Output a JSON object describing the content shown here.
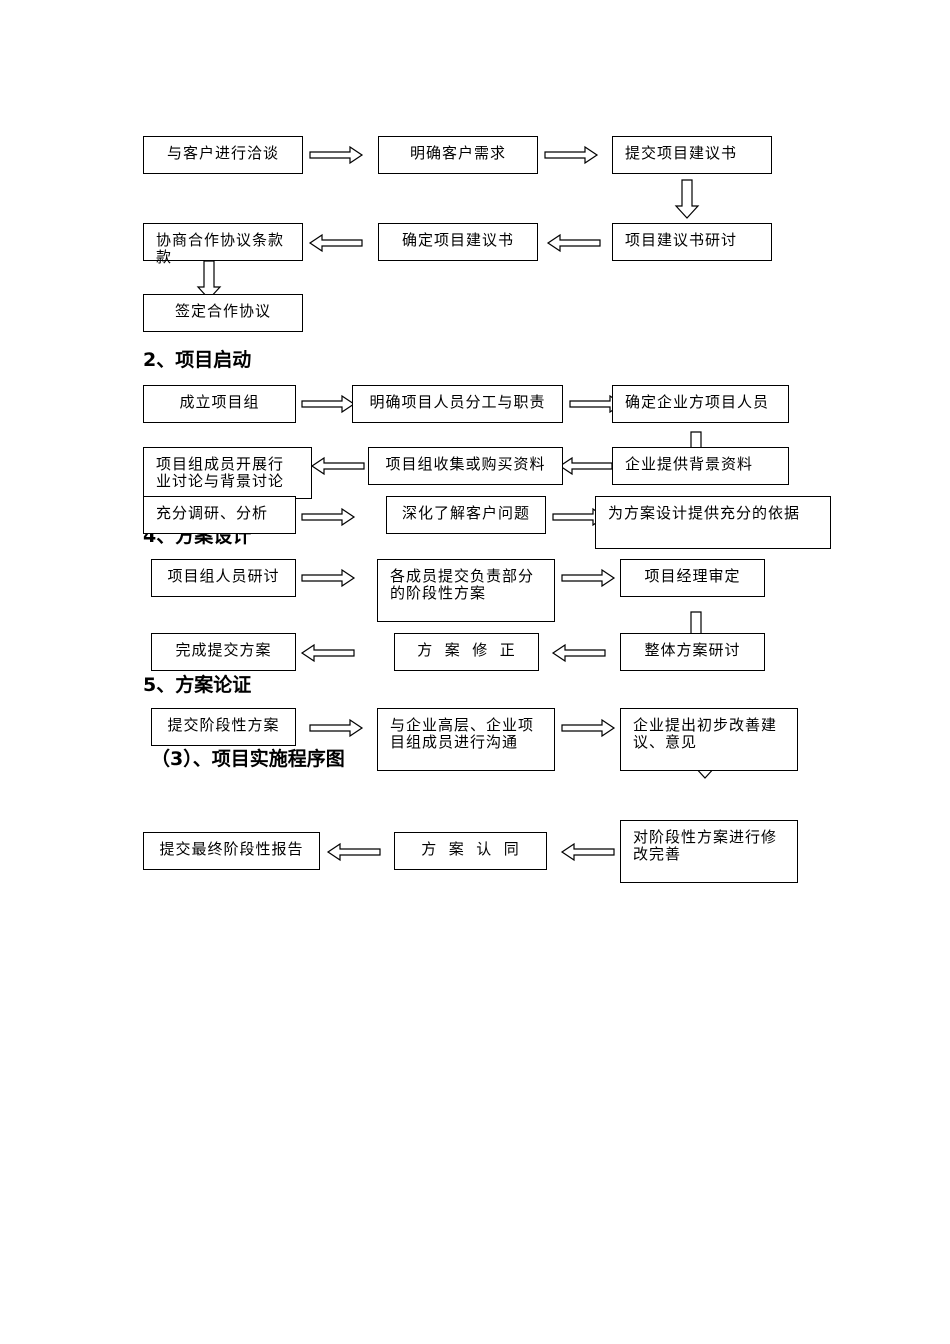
{
  "headings": {
    "h2": "2、项目启动",
    "h4": "4、方案设计",
    "h5": "5、方案论证",
    "h3": "（3）、项目实施程序图"
  },
  "boxes": {
    "negotiate": "与客户进行洽谈",
    "clarify_needs": "明确客户需求",
    "submit_proposal": "提交项目建议书",
    "discuss_proposal": "项目建议书研讨",
    "confirm_proposal": "确定项目建议书",
    "agreement_terms": "协商合作协议条款\n款",
    "sign_agreement": "签定合作协议",
    "form_team": "成立项目组",
    "clarify_roles": "明确项目人员分工与职责",
    "enterprise_staff": "确定企业方项目人员",
    "provide_background": "企业提供背景资料",
    "collect_materials": "项目组收集或购买资料",
    "team_discussion": "项目组成员开展行\n业讨论与背景讨论",
    "research_analysis": "充分调研、分析",
    "understand_problem": "深化了解客户问题",
    "design_basis": "为方案设计提供充分的依据",
    "staff_discussion": "项目组人员研讨",
    "submit_stage_plan": "各成员提交负责部分\n的阶段性方案",
    "manager_review": "项目经理审定",
    "overall_discussion": "整体方案研讨",
    "revise_plan": "方  案  修  正",
    "complete_submission": "完成提交方案",
    "submit_phase_plan": "提交阶段性方案",
    "communicate": "与企业高层、企业项\n目组成员进行沟通",
    "initial_suggestions": "企业提出初步改善建\n议、意见",
    "modify_plan": "对阶段性方案进行修\n改完善",
    "plan_approval": "方  案  认  同",
    "final_report": "提交最终阶段性报告"
  }
}
